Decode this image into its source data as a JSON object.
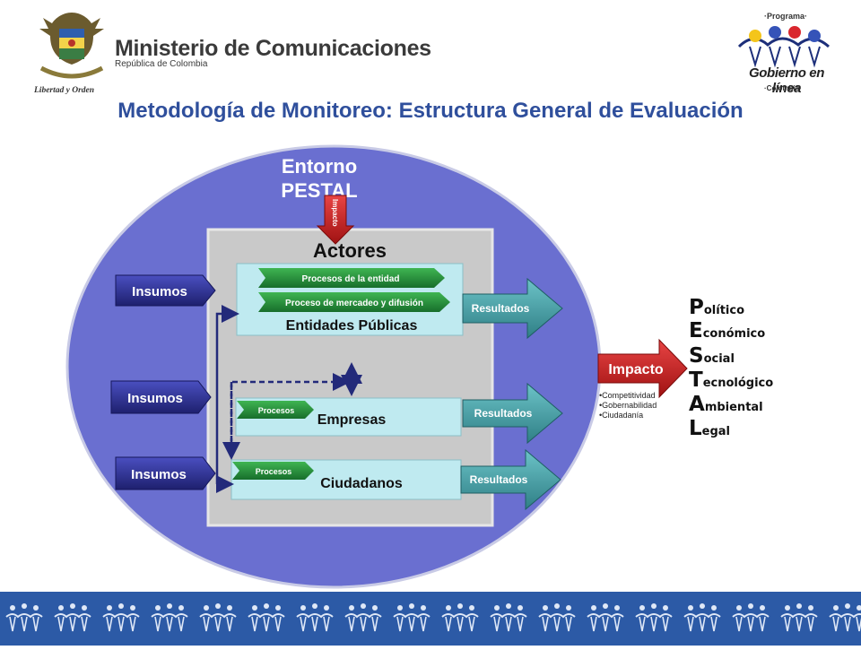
{
  "header": {
    "ministry_name": "Ministerio de Comunicaciones",
    "ministry_subtitle": "República de Colombia",
    "motto": "Libertad y Orden",
    "program_label": "·Programa·",
    "program_name": "Gobierno en línea",
    "program_country": "·Colombia·"
  },
  "title": "Metodología de Monitoreo: Estructura General de Evaluación",
  "diagram": {
    "environment_label_line1": "Entorno",
    "environment_label_line2": "PESTAL",
    "impact_arrow_label": "Impacto",
    "actors_title": "Actores",
    "inputs": [
      "Insumos",
      "Insumos",
      "Insumos"
    ],
    "entities_label": "Entidades Públicas",
    "entities_process1": "Procesos de la entidad",
    "entities_process2": "Proceso de mercadeo y difusión",
    "companies_label": "Empresas",
    "companies_process": "Procesos",
    "citizens_label": "Ciudadanos",
    "citizens_process": "Procesos",
    "results": [
      "Resultados",
      "Resultados",
      "Resultados"
    ],
    "impact_label": "Impacto",
    "impact_items": [
      "•Competitividad",
      "•Gobernabilidad",
      "•Ciudadanía"
    ]
  },
  "pestal": [
    {
      "initial": "P",
      "rest": "olítico"
    },
    {
      "initial": "E",
      "rest": "conómico"
    },
    {
      "initial": "S",
      "rest": "ocial"
    },
    {
      "initial": "T",
      "rest": "ecnológico"
    },
    {
      "initial": "A",
      "rest": "mbiental"
    },
    {
      "initial": "L",
      "rest": "egal"
    }
  ],
  "colors": {
    "title": "#2f4f9c",
    "environment": "#6a6fd0",
    "actors_box": "#c9c9c9",
    "teal_box": "#bfeaf0",
    "green_arrow": "#1f8f3a",
    "navy_box": "#2d2f96",
    "teal_arrow": "#3e9aa0",
    "red_arrow": "#c81e1e",
    "footer": "#2c5aa6"
  }
}
